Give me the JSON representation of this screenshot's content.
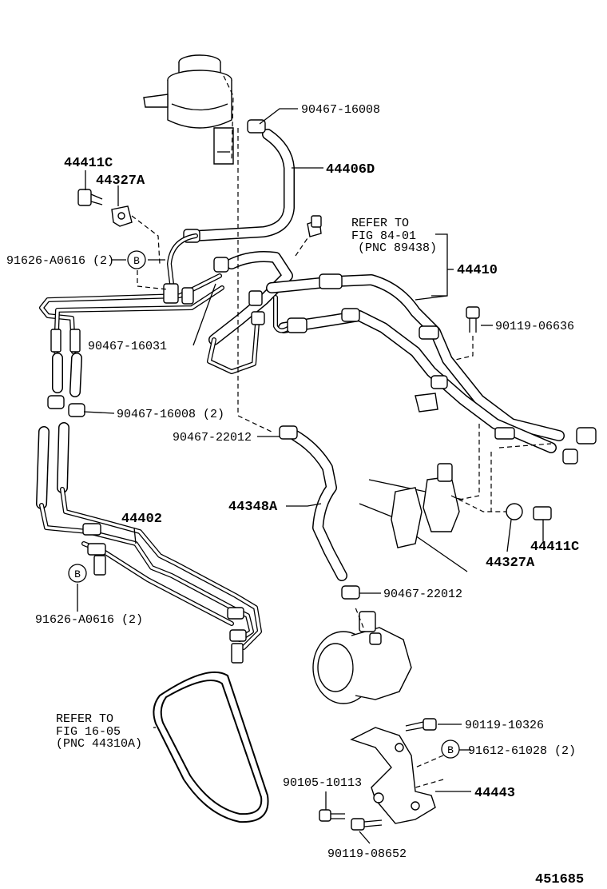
{
  "diagram": {
    "labels": {
      "hose_clamp_top": "90467-16008",
      "hose_44406D": "44406D",
      "bolt_44411C_left": "44411C",
      "washer_44327A_left": "44327A",
      "refer_84_line1": "REFER TO",
      "refer_84_line2": "FIG 84-01",
      "refer_84_line3": "(PNC 89438)",
      "tube_assy_44410": "44410",
      "clamp_bolt_B_left": "91626-A0616 (2)",
      "bolt_90119_06636": "90119-06636",
      "clamp_90467_16031": "90467-16031",
      "clamp_90467_16008_2": "90467-16008 (2)",
      "clamp_90467_22012_upper": "90467-22012",
      "hose_44348A": "44348A",
      "bolt_44411C_right": "44411C",
      "washer_44327A_right": "44327A",
      "cooler_44402": "44402",
      "clamp_bolt_B_lower": "91626-A0616 (2)",
      "clamp_90467_22012_lower": "90467-22012",
      "refer_16_line1": "REFER TO",
      "refer_16_line2": "FIG 16-05",
      "refer_16_line3": "(PNC 44310A)",
      "bolt_90119_10326": "90119-10326",
      "bolt_B_91612": "91612-61028 (2)",
      "bolt_90105_10113": "90105-10113",
      "bracket_44443": "44443",
      "bolt_90119_08652": "90119-08652",
      "figure_number": "451685",
      "marker_b1": "B",
      "marker_b2": "B",
      "marker_b3": "B"
    }
  }
}
